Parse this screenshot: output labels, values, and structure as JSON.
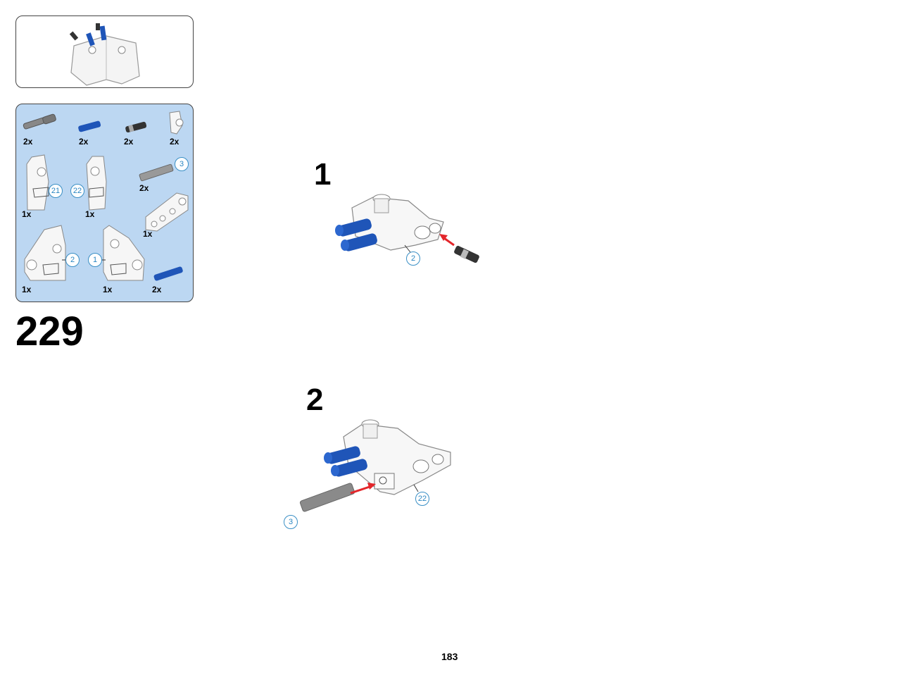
{
  "build": {
    "step_number": "229",
    "page_number": "183"
  },
  "parts_list": {
    "row1": [
      "2x",
      "2x",
      "2x",
      "2x"
    ],
    "row2": {
      "left_qty": "1x",
      "left_callout": "21",
      "mid_qty": "1x",
      "mid_callout": "22",
      "right_qty": "2x",
      "right_callout": "3"
    },
    "row2b": {
      "qty": "1x"
    },
    "row3": {
      "left_qty": "1x",
      "left_callout": "2",
      "mid_qty": "1x",
      "mid_callout": "1",
      "right_qty": "2x"
    }
  },
  "steps": [
    {
      "number": "1",
      "callout": "2"
    },
    {
      "number": "2",
      "callout_beam": "22",
      "callout_axle": "3"
    }
  ],
  "colors": {
    "panel_bg": "#bcd7f2",
    "callout_blue": "#2a86c2",
    "arrow_red": "#e3262b",
    "part_blue": "#1f55b8"
  }
}
